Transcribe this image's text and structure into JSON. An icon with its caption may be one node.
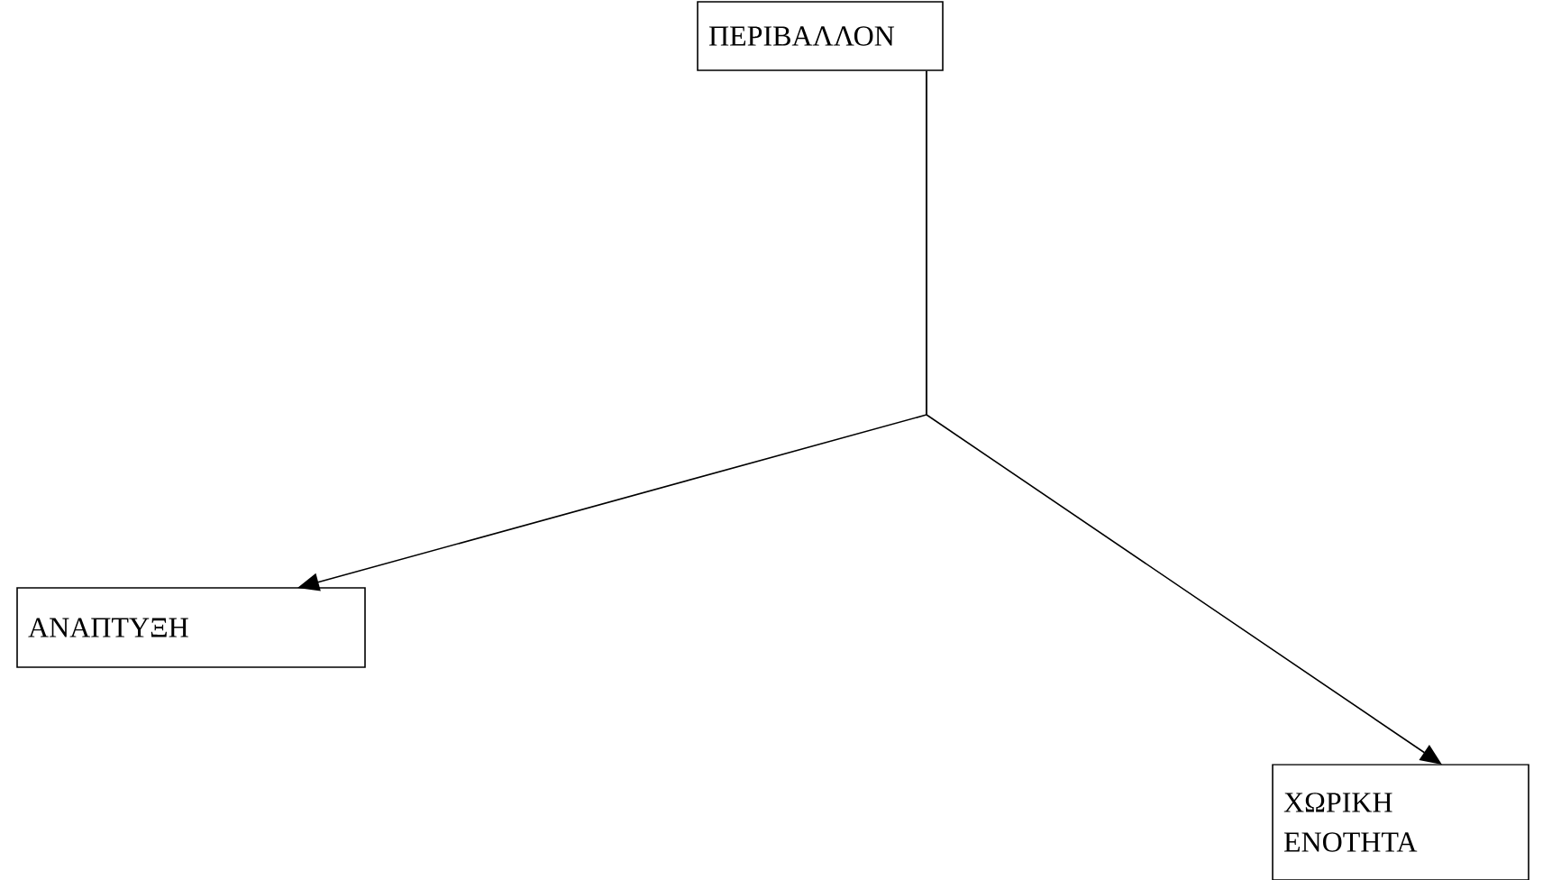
{
  "diagram": {
    "nodes": [
      {
        "text": [
          "ΠΕΡΙΒΑΛΛΟΝ"
        ]
      },
      {
        "text": [
          "ΑΝΑΠΤΥΞΗ"
        ]
      },
      {
        "text": [
          "ΧΩΡΙΚΗ ΕΝΟΤΗΤΑ"
        ]
      }
    ],
    "edges": [
      {
        "from": 0,
        "to": 1,
        "arrow": "to"
      },
      {
        "from": 0,
        "to": 2,
        "arrow": "to"
      }
    ]
  }
}
